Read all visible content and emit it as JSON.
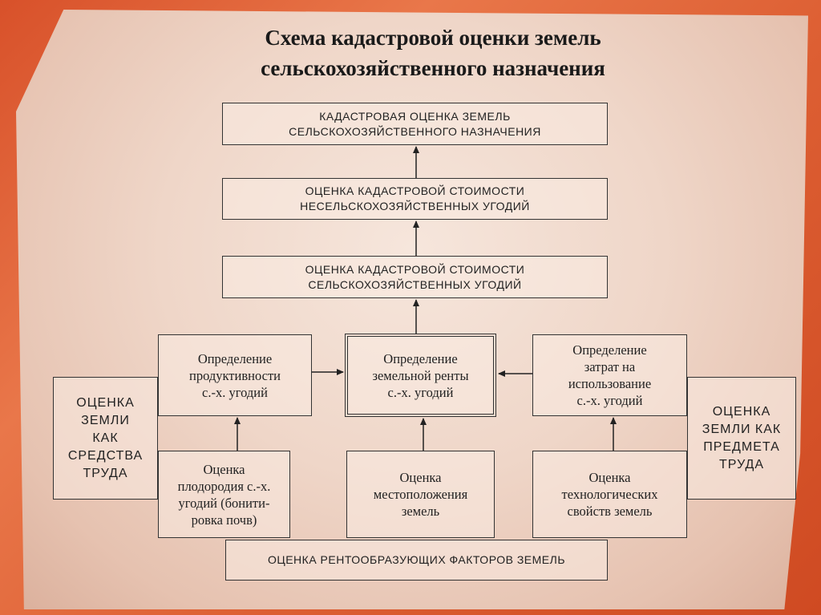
{
  "title": {
    "line1": "Схема кадастровой оценки земель",
    "line2": "сельскохозяйственного назначения"
  },
  "boxes": {
    "top": {
      "line1": "КАДАСТРОВАЯ ОЦЕНКА ЗЕМЕЛЬ",
      "line2": "СЕЛЬСКОХОЗЯЙСТВЕННОГО НАЗНАЧЕНИЯ"
    },
    "non_agri": {
      "line1": "ОЦЕНКА КАДАСТРОВОЙ СТОИМОСТИ",
      "line2": "НЕСЕЛЬСКОХОЗЯЙСТВЕННЫХ УГОДИЙ"
    },
    "agri": {
      "line1": "ОЦЕНКА КАДАСТРОВОЙ СТОИМОСТИ",
      "line2": "СЕЛЬСКОХОЗЯЙСТВЕННЫХ УГОДИЙ"
    },
    "productivity": {
      "line1": "Определение",
      "line2": "продуктивности",
      "line3": "с.-х. угодий"
    },
    "rent": {
      "line1": "Определение",
      "line2": "земельной ренты",
      "line3": "с.-х. угодий"
    },
    "costs": {
      "line1": "Определение",
      "line2": "затрат на",
      "line3": "использование",
      "line4": "с.-х. угодий"
    },
    "means": {
      "line1": "ОЦЕНКА",
      "line2": "ЗЕМЛИ",
      "line3": "КАК",
      "line4": "СРЕДСТВА",
      "line5": "ТРУДА"
    },
    "subject": {
      "line1": "ОЦЕНКА",
      "line2": "ЗЕМЛИ КАК",
      "line3": "ПРЕДМЕТА",
      "line4": "ТРУДА"
    },
    "fertility": {
      "line1": "Оценка",
      "line2": "плодородия с.-х.",
      "line3": "угодий (бонити-",
      "line4": "ровка почв)"
    },
    "location": {
      "line1": "Оценка",
      "line2": "местоположения",
      "line3": "земель"
    },
    "technology": {
      "line1": "Оценка",
      "line2": "технологических",
      "line3": "свойств земель"
    },
    "factors": {
      "line1": "ОЦЕНКА РЕНТООБРАЗУЮЩИХ ФАКТОРОВ ЗЕМЕЛЬ"
    }
  }
}
